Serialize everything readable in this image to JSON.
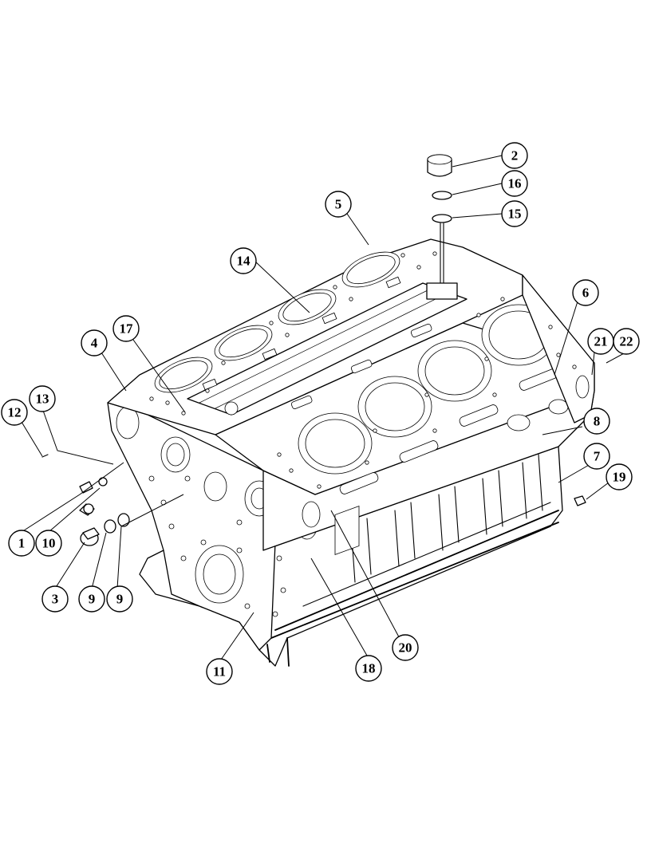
{
  "diagram": {
    "callouts": [
      {
        "id": "c2",
        "label": "2"
      },
      {
        "id": "c16",
        "label": "16"
      },
      {
        "id": "c15",
        "label": "15"
      },
      {
        "id": "c5",
        "label": "5"
      },
      {
        "id": "c14",
        "label": "14"
      },
      {
        "id": "c6",
        "label": "6"
      },
      {
        "id": "c17",
        "label": "17"
      },
      {
        "id": "c4",
        "label": "4"
      },
      {
        "id": "c21",
        "label": "21"
      },
      {
        "id": "c22",
        "label": "22"
      },
      {
        "id": "c13",
        "label": "13"
      },
      {
        "id": "c12",
        "label": "12"
      },
      {
        "id": "c8",
        "label": "8"
      },
      {
        "id": "c7",
        "label": "7"
      },
      {
        "id": "c19",
        "label": "19"
      },
      {
        "id": "c1",
        "label": "1"
      },
      {
        "id": "c10",
        "label": "10"
      },
      {
        "id": "c3",
        "label": "3"
      },
      {
        "id": "c9a",
        "label": "9"
      },
      {
        "id": "c9b",
        "label": "9"
      },
      {
        "id": "c20",
        "label": "20"
      },
      {
        "id": "c18",
        "label": "18"
      },
      {
        "id": "c11",
        "label": "11"
      }
    ]
  }
}
